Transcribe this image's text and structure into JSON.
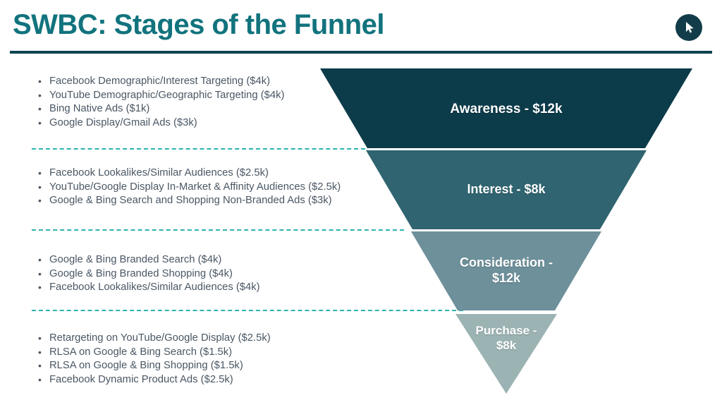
{
  "slide": {
    "title": "SWBC: Stages of the Funnel",
    "cursor_icon": "cursor-arrow-icon",
    "accent_color": "#11737d",
    "rule_color": "#0e4350",
    "dashed_separator_color": "#2bb3ae",
    "body_text_color": "#4a5764",
    "background": "#ffffff"
  },
  "bullet_char": "•",
  "stages": [
    {
      "key": "awareness",
      "label": "Awareness - $12k",
      "name": "Awareness",
      "budget": "$12k",
      "color": "#0c3b4a",
      "bullets": [
        "Facebook Demographic/Interest Targeting ($4k)",
        "YouTube Demographic/Geographic Targeting ($4k)",
        "Bing Native Ads ($1k)",
        "Google Display/Gmail Ads ($3k)"
      ]
    },
    {
      "key": "interest",
      "label": "Interest - $8k",
      "name": "Interest",
      "budget": "$8k",
      "color": "#2f6470",
      "bullets": [
        "Facebook Lookalikes/Similar Audiences ($2.5k)",
        "YouTube/Google Display In-Market & Affinity Audiences ($2.5k)",
        "Google & Bing Search and Shopping Non-Branded Ads ($3k)"
      ]
    },
    {
      "key": "consideration",
      "label": "Consideration -\n$12k",
      "name": "Consideration",
      "budget": "$12k",
      "color": "#6d909a",
      "bullets": [
        "Google & Bing Branded Search ($4k)",
        "Google & Bing Branded Shopping ($4k)",
        "Facebook Lookalikes/Similar Audiences ($4k)"
      ]
    },
    {
      "key": "purchase",
      "label": "Purchase -\n$8k",
      "name": "Purchase",
      "budget": "$8k",
      "color": "#9cb3b4",
      "bullets": [
        "Retargeting on YouTube/Google Display ($2.5k)",
        "RLSA on Google & Bing Search ($1.5k)",
        "RLSA on Google & Bing Shopping ($1.5k)",
        "Facebook Dynamic Product Ads ($2.5k)"
      ]
    }
  ]
}
